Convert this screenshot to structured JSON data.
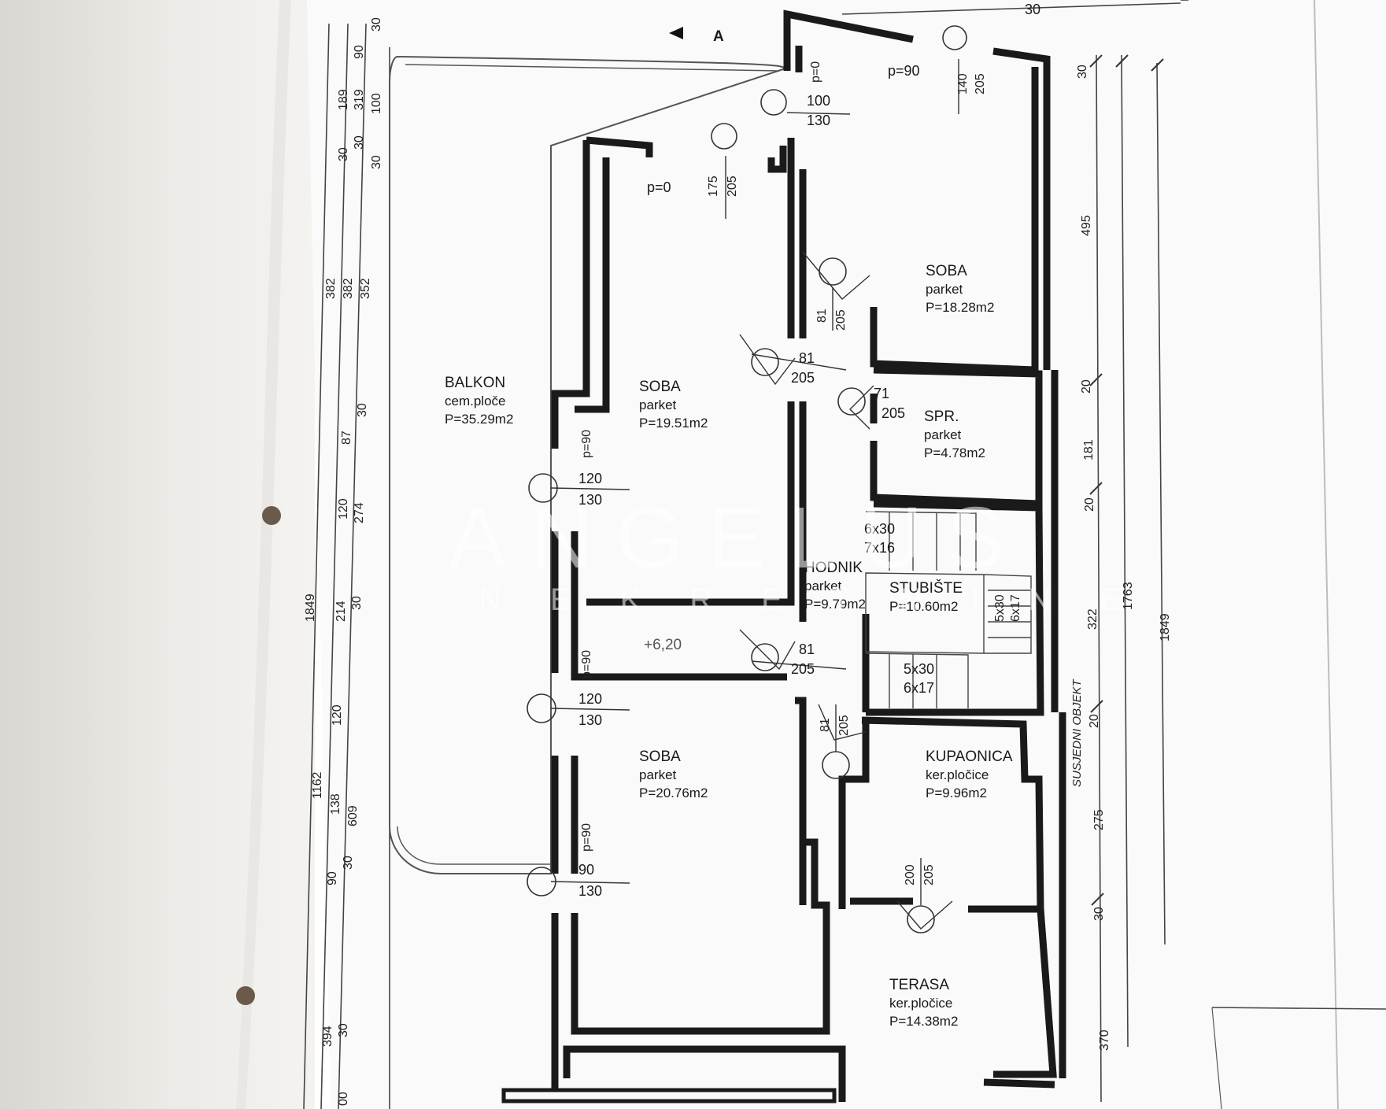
{
  "plan": {
    "section_marker": "A",
    "level": "+6,20",
    "top_dim": "30",
    "rooms": {
      "soba_ne": {
        "name": "SOBA",
        "finish": "parket",
        "area": "P=18.28m2"
      },
      "soba_nw": {
        "name": "SOBA",
        "finish": "parket",
        "area": "P=19.51m2"
      },
      "soba_sw": {
        "name": "SOBA",
        "finish": "parket",
        "area": "P=20.76m2"
      },
      "balkon": {
        "name": "BALKON",
        "finish": "cem.ploče",
        "area": "P=35.29m2"
      },
      "spr": {
        "name": "SPR.",
        "finish": "parket",
        "area": "P=4.78m2"
      },
      "hodnik": {
        "name": "HODNIK",
        "finish": "parket",
        "area": "P=9.79m2"
      },
      "stubiste": {
        "name": "STUBIŠTE",
        "area": "P=10.60m2"
      },
      "kupaonica": {
        "name": "KUPAONICA",
        "finish": "ker.pločice",
        "area": "P=9.96m2"
      },
      "terasa": {
        "name": "TERASA",
        "finish": "ker.pločice",
        "area": "P=14.38m2"
      }
    },
    "parapets": {
      "p0_top": "p=0",
      "p90_top": "p=90",
      "p0_nw": "p=0",
      "p90_w1": "p=90",
      "p90_w2": "p=90",
      "p90_w3": "p=90"
    },
    "openings": {
      "d_100_130": {
        "w": "100",
        "h": "130"
      },
      "d_140_205": {
        "w": "140",
        "h": "205"
      },
      "d_175_205": {
        "w": "175",
        "h": "205"
      },
      "d_81_205_a": {
        "w": "81",
        "h": "205"
      },
      "d_81_205_b": {
        "w": "81",
        "h": "205"
      },
      "d_71_205": {
        "w": "71",
        "h": "205"
      },
      "w_120_130_a": {
        "w": "120",
        "h": "130"
      },
      "w_120_130_b": {
        "w": "120",
        "h": "130"
      },
      "w_90_130": {
        "w": "90",
        "h": "130"
      },
      "d_81_205_c": {
        "w": "81",
        "h": "205"
      },
      "d_81_205_d": {
        "w": "81",
        "h": "205"
      },
      "d_200_205": {
        "w": "200",
        "h": "205"
      }
    },
    "stairs": {
      "upper_a": "6x30",
      "upper_b": "7x16",
      "side_a": "5x30",
      "side_b": "6x17",
      "lower_a": "5x30",
      "lower_b": "6x17"
    },
    "right_dims": {
      "d1": "30",
      "d2": "495",
      "d3": "20",
      "d4": "181",
      "d5": "20",
      "d6": "322",
      "d7": "20",
      "d8": "275",
      "d9": "30",
      "d10": "370",
      "total_inner": "1763",
      "total_outer": "1849",
      "neighbor": "SUSJEDNI OBJEKT"
    },
    "left_dims": {
      "col1": [
        "30",
        "90",
        "30",
        "30"
      ],
      "col2": [
        "319",
        "100",
        "30"
      ],
      "col3": [
        "189",
        "30"
      ],
      "col4": [
        "382",
        "382",
        "352"
      ],
      "col5": [
        "87",
        "30"
      ],
      "col6": [
        "120",
        "274"
      ],
      "col7": [
        "214",
        "30"
      ],
      "col8": [
        "1849"
      ],
      "col9": [
        "120"
      ],
      "col10": [
        "1162",
        "138",
        "609"
      ],
      "col11": [
        "90",
        "30"
      ],
      "col12": [
        "394",
        "30"
      ],
      "col13": [
        "00"
      ]
    }
  },
  "watermark": {
    "brand": "ANGELUS",
    "sub": "NEKRETNINE"
  }
}
